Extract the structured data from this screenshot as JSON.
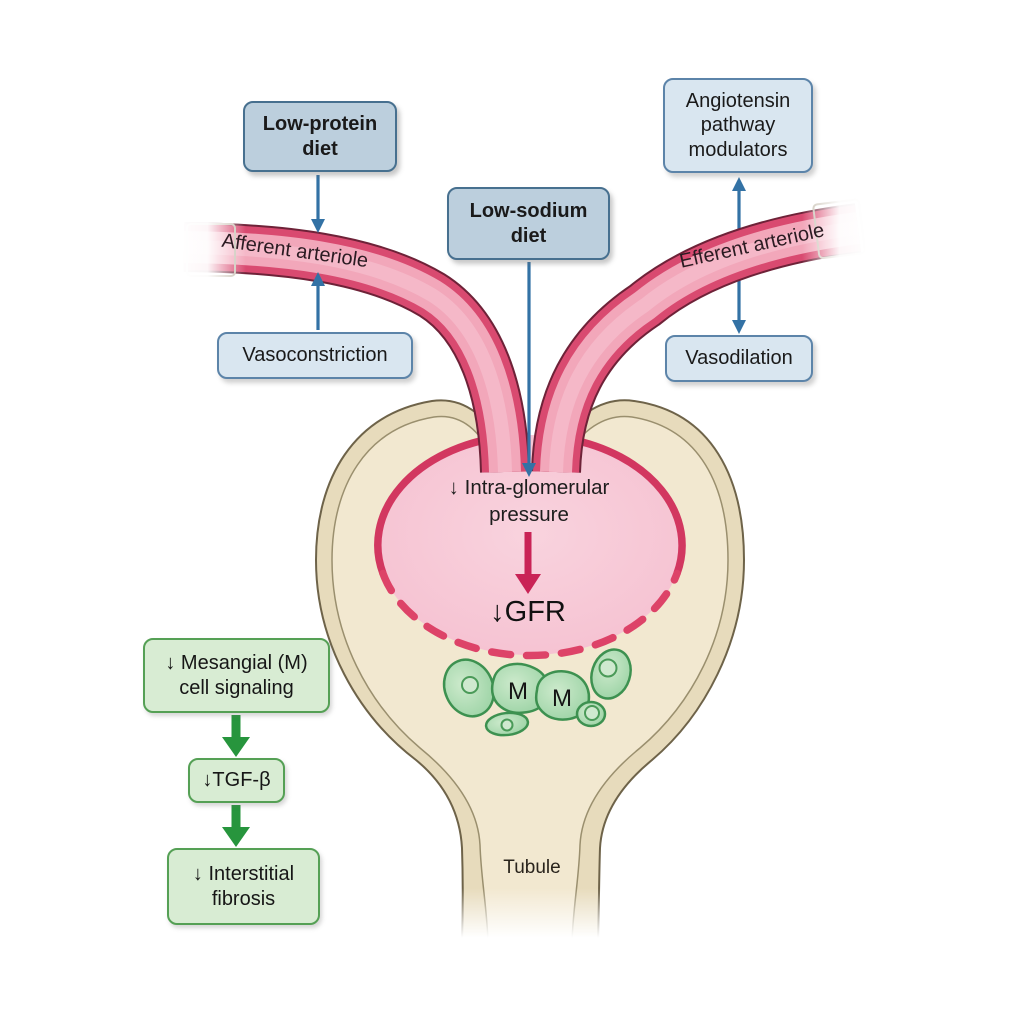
{
  "boxes": {
    "low_protein_diet": {
      "label": "Low-protein diet"
    },
    "low_sodium_diet": {
      "label": "Low-sodium diet"
    },
    "angiotensin": {
      "label": "Angiotensin pathway modulators"
    },
    "vasoconstriction": {
      "label": "Vasoconstriction"
    },
    "vasodilation": {
      "label": "Vasodilation"
    }
  },
  "vessels": {
    "afferent_label": "Afferent arteriole",
    "efferent_label": "Efferent arteriole"
  },
  "glomerulus": {
    "pressure_label": "↓ Intra-glomerular pressure",
    "gfr_label": "↓GFR"
  },
  "mesangial": {
    "cell_labels": [
      "M",
      "M"
    ]
  },
  "cascade": {
    "mesangial_signaling": "↓ Mesangial (M) cell signaling",
    "tgf_beta": "↓TGF-β",
    "interstitial_fibrosis": "↓ Interstitial fibrosis"
  },
  "tubule": {
    "label": "Tubule"
  },
  "colors": {
    "box_blue_fill": "#bccfdd",
    "box_blue_light_fill": "#d9e6f0",
    "box_blue_border": "#47708f",
    "arrow_blue": "#3372a5",
    "vessel_pink": "#f2a7ba",
    "vessel_crimson": "#d94a70",
    "vessel_outline": "#6e2238",
    "glomerulus_pink": "#f6c6d4",
    "glomerulus_border": "#d23760",
    "arrow_crimson": "#c92356",
    "capsule_wall": "#e7dbbc",
    "capsule_interior": "#f2e8d0",
    "green_box_fill": "#d8ecd3",
    "green_box_border": "#55a055",
    "arrow_green": "#27953d",
    "cell_green": "#a5d8a8"
  }
}
